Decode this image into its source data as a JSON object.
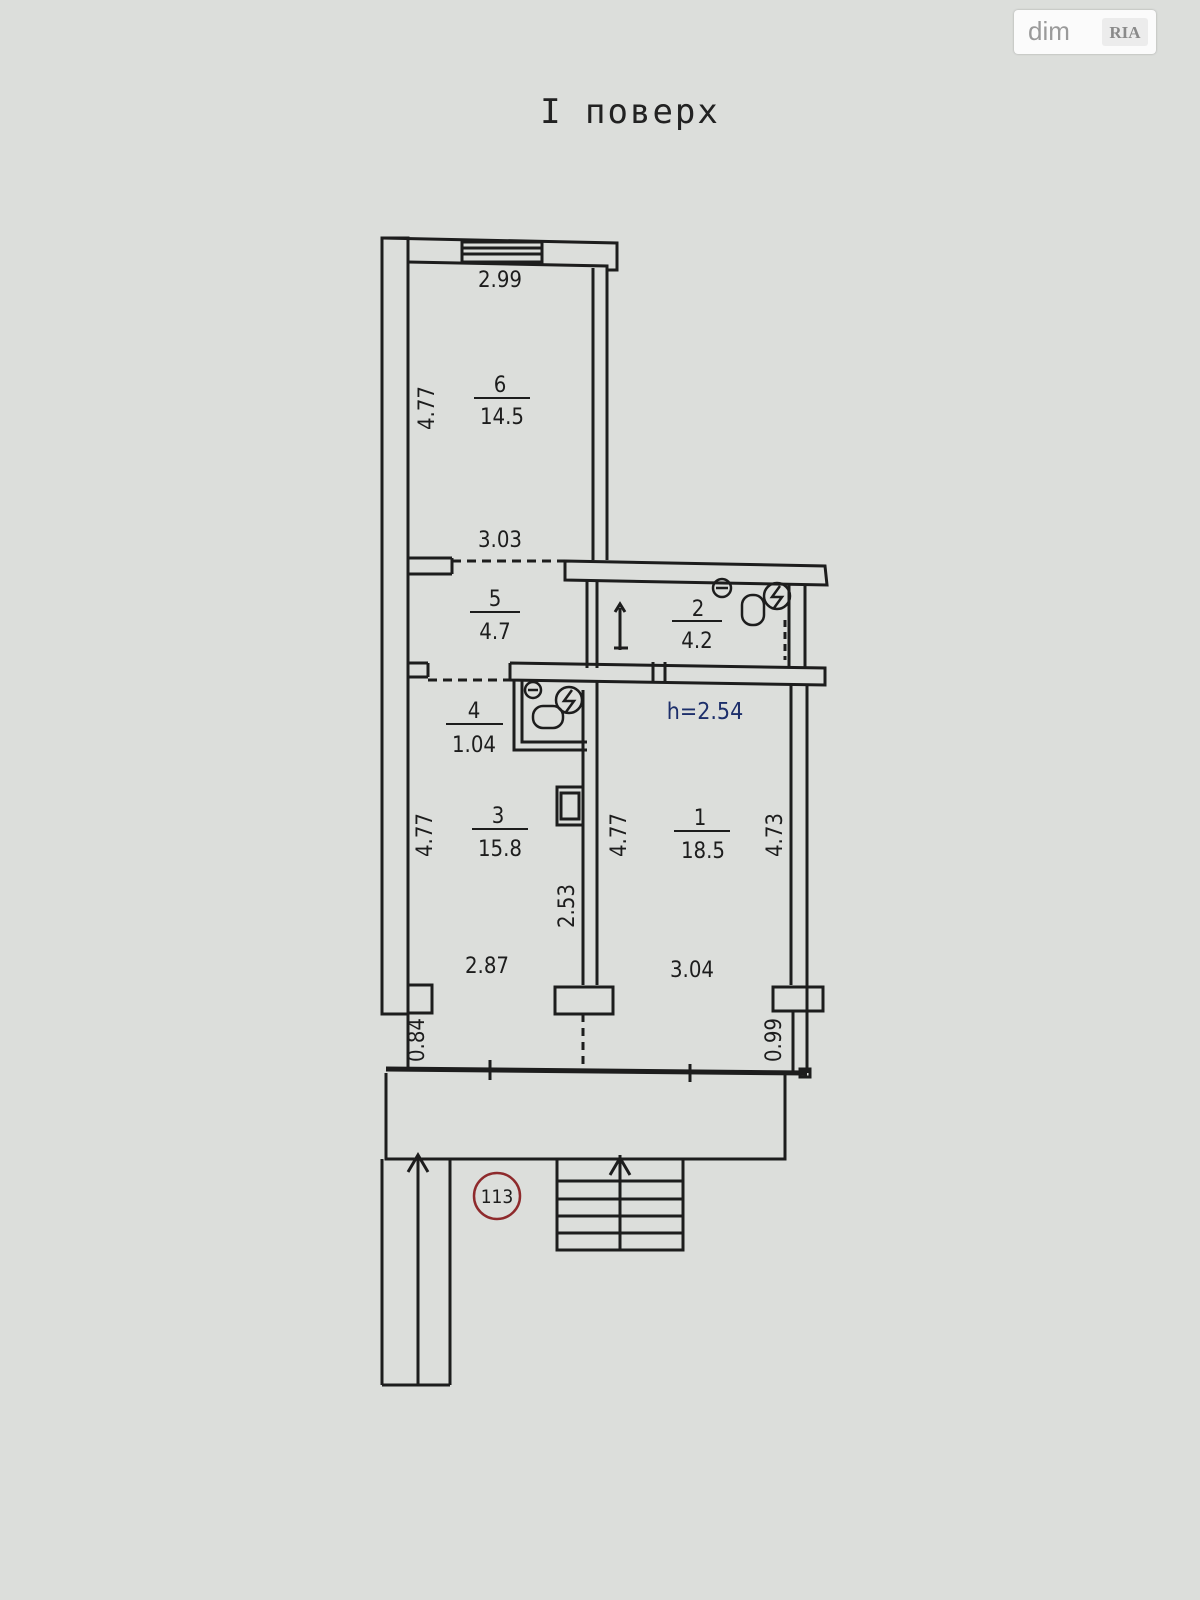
{
  "watermark": {
    "site": "dim",
    "brand": "RIA"
  },
  "floor_title": "I поверх",
  "ceiling_height": "h=2.54",
  "rooms": [
    {
      "number": "6",
      "area": "14.5"
    },
    {
      "number": "5",
      "area": "4.7"
    },
    {
      "number": "2",
      "area": "4.2"
    },
    {
      "number": "4",
      "area": "1.04"
    },
    {
      "number": "3",
      "area": "15.8"
    },
    {
      "number": "1",
      "area": "18.5"
    }
  ],
  "dimensions": {
    "d_299": "2.99",
    "d_477_room6": "4.77",
    "d_303": "3.03",
    "d_477_room3": "4.77",
    "d_477_room1": "4.77",
    "d_473": "4.73",
    "d_253": "2.53",
    "d_287": "2.87",
    "d_304": "3.04",
    "d_084": "0.84",
    "d_099": "0.99"
  },
  "building_ref": "113"
}
